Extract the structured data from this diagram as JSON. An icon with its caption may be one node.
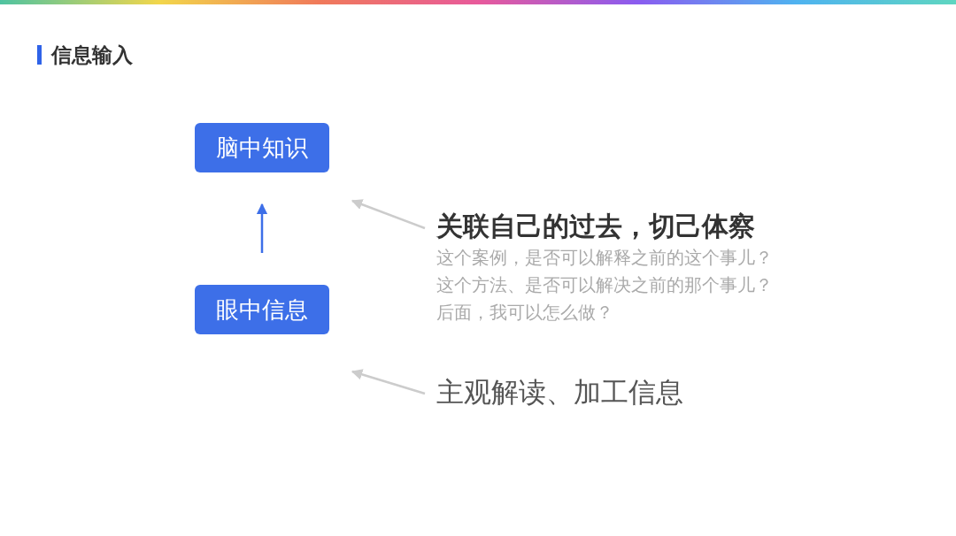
{
  "diagram": {
    "title": "信息输入",
    "nodes": [
      {
        "text": [
          "脑中知识"
        ]
      },
      {
        "text": [
          "眼中信息"
        ]
      },
      {
        "text": [
          "关联自己的过去，切己体察",
          "这个案例，是否可以解释之前的这个事儿？",
          "这个方法、是否可以解决之前的那个事儿？",
          "后面，我可以怎么做？"
        ]
      },
      {
        "text": [
          "主观解读、加工信息"
        ]
      }
    ],
    "edges": [
      {
        "from": 1,
        "to": 0,
        "arrow": "to",
        "color": "#3d6fe8"
      },
      {
        "from": 2,
        "to": null,
        "arrow": "to"
      },
      {
        "from": 3,
        "to": null,
        "arrow": "to"
      }
    ]
  }
}
